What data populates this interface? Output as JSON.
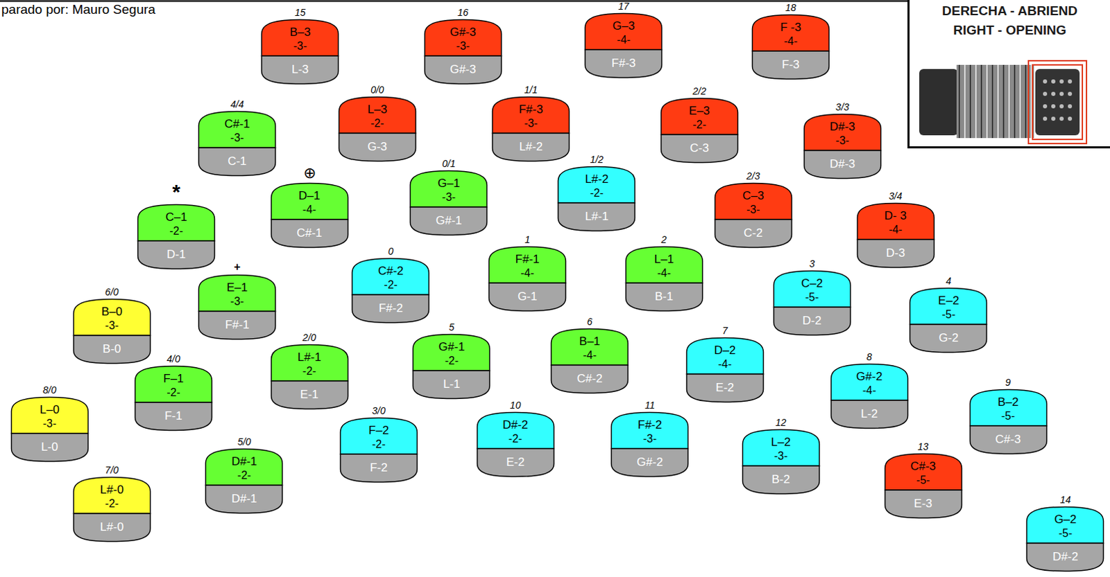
{
  "diagram": {
    "nodes": [
      {
        "text": [
          "15",
          "B–3",
          "-3-",
          "L-3"
        ]
      },
      {
        "text": [
          "16",
          "G#-3",
          "-3-",
          "G#-3"
        ]
      },
      {
        "text": [
          "17",
          "G–3",
          "-4-",
          "F#-3"
        ]
      },
      {
        "text": [
          "18",
          "F -3",
          "-4-",
          "F-3"
        ]
      },
      {
        "text": [
          "4/4",
          "C#-1",
          "-3-",
          "C-1"
        ]
      },
      {
        "text": [
          "0/0",
          "L–3",
          "-2-",
          "G-3"
        ]
      },
      {
        "text": [
          "1/1",
          "F#-3",
          "-3-",
          "L#-2"
        ]
      },
      {
        "text": [
          "2/2",
          "E–3",
          "-2-",
          "C-3"
        ]
      },
      {
        "text": [
          "3/3",
          "D#-3",
          "-3-",
          "D#-3"
        ]
      },
      {
        "text": [
          "0/1",
          "G–1",
          "-3-",
          "G#-1"
        ]
      },
      {
        "text": [
          "1/2",
          "L#-2",
          "-2-",
          "L#-1"
        ]
      },
      {
        "text": [
          "2/3",
          "C–3",
          "-3-",
          "C-2"
        ]
      },
      {
        "text": [
          "3/4",
          "D- 3",
          "-4-",
          "D-3"
        ]
      },
      {
        "text": [
          "C–1",
          "-2-",
          "D-1"
        ]
      },
      {
        "text": [
          "D–1",
          "-4-",
          "C#-1"
        ]
      },
      {
        "text": [
          "0",
          "C#-2",
          "-2-",
          "F#-2"
        ]
      },
      {
        "text": [
          "1",
          "F#-1",
          "-4-",
          "G-1"
        ]
      },
      {
        "text": [
          "2",
          "L–1",
          "-4-",
          "B-1"
        ]
      },
      {
        "text": [
          "3",
          "C–2",
          "-5-",
          "D-2"
        ]
      },
      {
        "text": [
          "4",
          "E–2",
          "-5-",
          "G-2"
        ]
      },
      {
        "text": [
          "6/0",
          "B–0",
          "-3-",
          "B-0"
        ]
      },
      {
        "text": [
          "E–1",
          "-3-",
          "F#-1"
        ]
      },
      {
        "text": [
          "2/0",
          "L#-1",
          "-2-",
          "E-1"
        ]
      },
      {
        "text": [
          "5",
          "G#-1",
          "-2-",
          "L-1"
        ]
      },
      {
        "text": [
          "6",
          "B–1",
          "-4-",
          "C#-2"
        ]
      },
      {
        "text": [
          "7",
          "D–2",
          "-4-",
          "E-2"
        ]
      },
      {
        "text": [
          "8",
          "G#-2",
          "-4-",
          "L-2"
        ]
      },
      {
        "text": [
          "9",
          "B–2",
          "-5-",
          "C#-3"
        ]
      },
      {
        "text": [
          "4/0",
          "F–1",
          "-2-",
          "F-1"
        ]
      },
      {
        "text": [
          "8/0",
          "L–0",
          "-3-",
          "L-0"
        ]
      },
      {
        "text": [
          "3/0",
          "F–2",
          "-2-",
          "F-2"
        ]
      },
      {
        "text": [
          "10",
          "D#-2",
          "-2-",
          "E-2"
        ]
      },
      {
        "text": [
          "11",
          "F#-2",
          "-3-",
          "G#-2"
        ]
      },
      {
        "text": [
          "12",
          "L–2",
          "-3-",
          "B-2"
        ]
      },
      {
        "text": [
          "13",
          "C#-3",
          "-5-",
          "E-3"
        ]
      },
      {
        "text": [
          "5/0",
          "D#-1",
          "-2-",
          "D#-1"
        ]
      },
      {
        "text": [
          "7/0",
          "L#-0",
          "-2-",
          "L#-0"
        ]
      },
      {
        "text": [
          "14",
          "G–2",
          "-5-",
          "D#-2"
        ]
      },
      {
        "text": [
          "DERECHA - ABRIEND",
          "RIGHT - OPENING"
        ]
      }
    ],
    "labels": [
      "parado por: Mauro Segura",
      "*",
      "⊕",
      "+"
    ]
  }
}
